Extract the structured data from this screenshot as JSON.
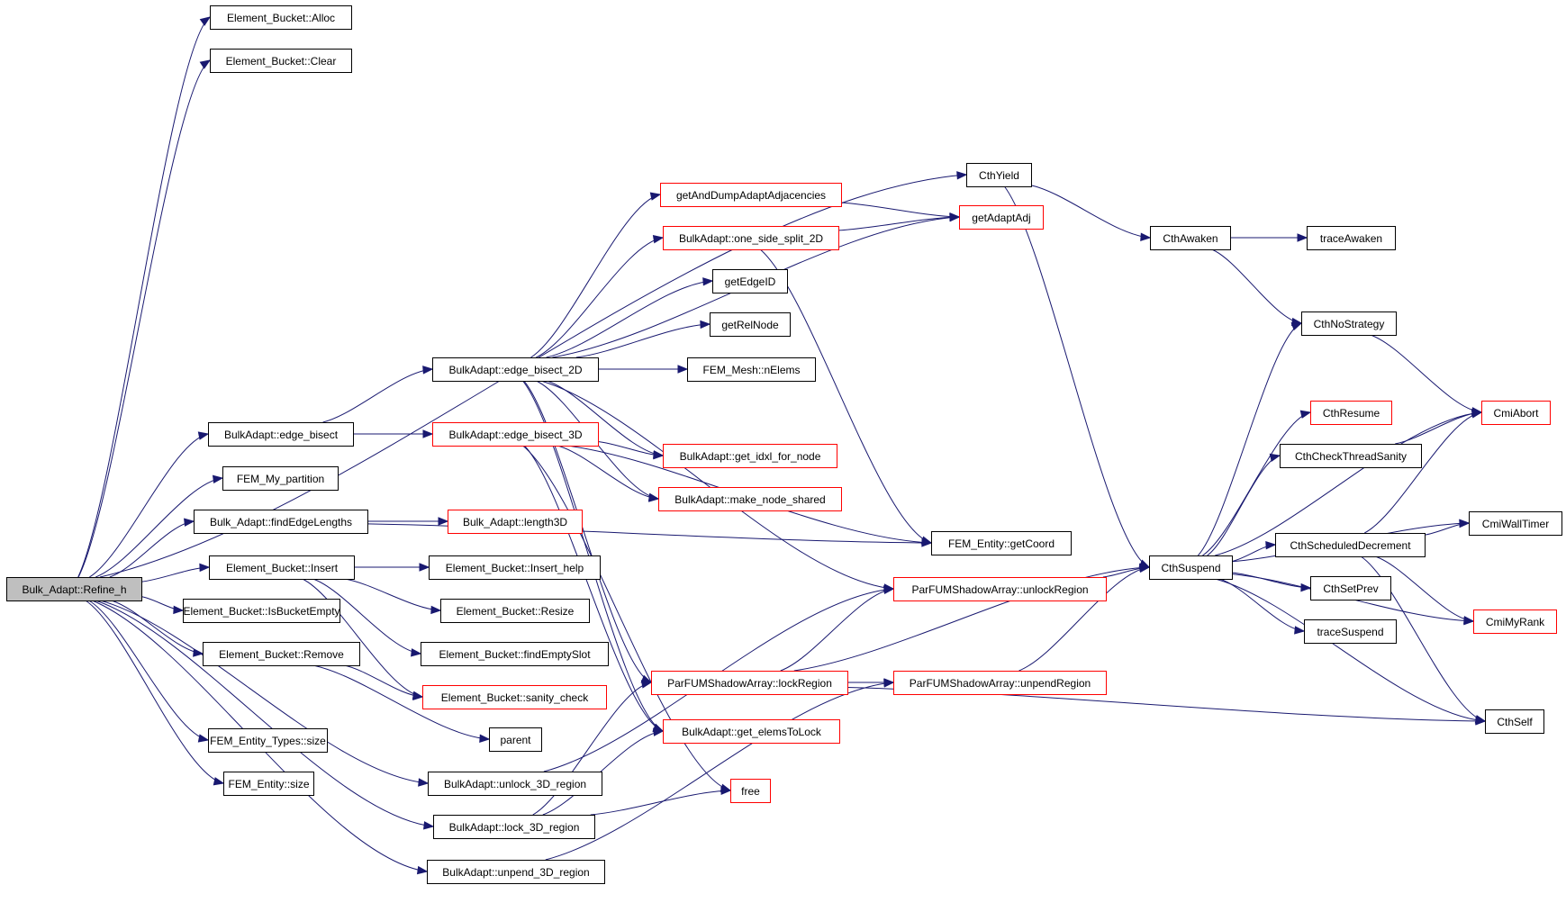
{
  "diagram": {
    "type": "call-graph",
    "root": "Bulk_Adapt::Refine_h",
    "colors": {
      "edge": "#191970",
      "root_fill": "#bfbfbf",
      "normal_border": "#000000",
      "truncated_border": "#ff0000",
      "background": "#ffffff"
    },
    "nodes": [
      {
        "id": "refine_h",
        "label": "Bulk_Adapt::Refine_h",
        "style": "root"
      },
      {
        "id": "eb_alloc",
        "label": "Element_Bucket::Alloc",
        "style": "normal"
      },
      {
        "id": "eb_clear",
        "label": "Element_Bucket::Clear",
        "style": "normal"
      },
      {
        "id": "cth_yield",
        "label": "CthYield",
        "style": "normal"
      },
      {
        "id": "get_dump_adj",
        "label": "getAndDumpAdaptAdjacencies",
        "style": "truncated"
      },
      {
        "id": "get_adapt_adj",
        "label": "getAdaptAdj",
        "style": "truncated"
      },
      {
        "id": "one_side_split",
        "label": "BulkAdapt::one_side_split_2D",
        "style": "truncated"
      },
      {
        "id": "cth_awaken",
        "label": "CthAwaken",
        "style": "normal"
      },
      {
        "id": "trace_awaken",
        "label": "traceAwaken",
        "style": "normal"
      },
      {
        "id": "get_edge_id",
        "label": "getEdgeID",
        "style": "normal"
      },
      {
        "id": "get_rel_node",
        "label": "getRelNode",
        "style": "normal"
      },
      {
        "id": "cth_nostrategy",
        "label": "CthNoStrategy",
        "style": "normal"
      },
      {
        "id": "edge_bisect_2d",
        "label": "BulkAdapt::edge_bisect_2D",
        "style": "normal"
      },
      {
        "id": "fem_mesh_nelems",
        "label": "FEM_Mesh::nElems",
        "style": "normal"
      },
      {
        "id": "cth_resume",
        "label": "CthResume",
        "style": "truncated"
      },
      {
        "id": "cmi_abort",
        "label": "CmiAbort",
        "style": "truncated"
      },
      {
        "id": "edge_bisect",
        "label": "BulkAdapt::edge_bisect",
        "style": "normal"
      },
      {
        "id": "edge_bisect_3d",
        "label": "BulkAdapt::edge_bisect_3D",
        "style": "truncated"
      },
      {
        "id": "get_idxl",
        "label": "BulkAdapt::get_idxl_for_node",
        "style": "truncated"
      },
      {
        "id": "cth_check_sanity",
        "label": "CthCheckThreadSanity",
        "style": "normal"
      },
      {
        "id": "fem_my_partition",
        "label": "FEM_My_partition",
        "style": "normal"
      },
      {
        "id": "make_node_shared",
        "label": "BulkAdapt::make_node_shared",
        "style": "truncated"
      },
      {
        "id": "find_edge_lengths",
        "label": "Bulk_Adapt::findEdgeLengths",
        "style": "normal"
      },
      {
        "id": "length3d",
        "label": "Bulk_Adapt::length3D",
        "style": "truncated"
      },
      {
        "id": "cmi_wall_timer",
        "label": "CmiWallTimer",
        "style": "normal"
      },
      {
        "id": "fem_entity_getcoord",
        "label": "FEM_Entity::getCoord",
        "style": "normal"
      },
      {
        "id": "cth_sched_decr",
        "label": "CthScheduledDecrement",
        "style": "normal"
      },
      {
        "id": "eb_insert",
        "label": "Element_Bucket::Insert",
        "style": "normal"
      },
      {
        "id": "eb_insert_help",
        "label": "Element_Bucket::Insert_help",
        "style": "normal"
      },
      {
        "id": "cth_suspend",
        "label": "CthSuspend",
        "style": "normal"
      },
      {
        "id": "unlock_region",
        "label": "ParFUMShadowArray::unlockRegion",
        "style": "truncated"
      },
      {
        "id": "cth_set_prev",
        "label": "CthSetPrev",
        "style": "normal"
      },
      {
        "id": "eb_is_empty",
        "label": "Element_Bucket::IsBucketEmpty",
        "style": "normal"
      },
      {
        "id": "eb_resize",
        "label": "Element_Bucket::Resize",
        "style": "normal"
      },
      {
        "id": "cmi_my_rank",
        "label": "CmiMyRank",
        "style": "truncated"
      },
      {
        "id": "eb_remove",
        "label": "Element_Bucket::Remove",
        "style": "normal"
      },
      {
        "id": "eb_find_empty",
        "label": "Element_Bucket::findEmptySlot",
        "style": "normal"
      },
      {
        "id": "trace_suspend",
        "label": "traceSuspend",
        "style": "normal"
      },
      {
        "id": "lock_region",
        "label": "ParFUMShadowArray::lockRegion",
        "style": "truncated"
      },
      {
        "id": "unpend_region",
        "label": "ParFUMShadowArray::unpendRegion",
        "style": "truncated"
      },
      {
        "id": "eb_sanity",
        "label": "Element_Bucket::sanity_check",
        "style": "truncated"
      },
      {
        "id": "parent",
        "label": "parent",
        "style": "normal"
      },
      {
        "id": "get_elems_to_lock",
        "label": "BulkAdapt::get_elemsToLock",
        "style": "truncated"
      },
      {
        "id": "cth_self",
        "label": "CthSelf",
        "style": "normal"
      },
      {
        "id": "fem_entity_types_size",
        "label": "FEM_Entity_Types::size",
        "style": "normal"
      },
      {
        "id": "fem_entity_size",
        "label": "FEM_Entity::size",
        "style": "normal"
      },
      {
        "id": "unlock_3d",
        "label": "BulkAdapt::unlock_3D_region",
        "style": "normal"
      },
      {
        "id": "free",
        "label": "free",
        "style": "truncated"
      },
      {
        "id": "lock_3d",
        "label": "BulkAdapt::lock_3D_region",
        "style": "normal"
      },
      {
        "id": "unpend_3d",
        "label": "BulkAdapt::unpend_3D_region",
        "style": "normal"
      }
    ],
    "edges": [
      [
        "refine_h",
        "eb_alloc"
      ],
      [
        "refine_h",
        "eb_clear"
      ],
      [
        "refine_h",
        "cth_yield"
      ],
      [
        "refine_h",
        "edge_bisect"
      ],
      [
        "refine_h",
        "fem_my_partition"
      ],
      [
        "refine_h",
        "find_edge_lengths"
      ],
      [
        "refine_h",
        "eb_insert"
      ],
      [
        "refine_h",
        "eb_is_empty"
      ],
      [
        "refine_h",
        "eb_remove"
      ],
      [
        "refine_h",
        "fem_entity_types_size"
      ],
      [
        "refine_h",
        "fem_entity_size"
      ],
      [
        "refine_h",
        "unlock_3d"
      ],
      [
        "refine_h",
        "lock_3d"
      ],
      [
        "refine_h",
        "unpend_3d"
      ],
      [
        "edge_bisect",
        "edge_bisect_2d"
      ],
      [
        "edge_bisect",
        "edge_bisect_3d"
      ],
      [
        "edge_bisect_2d",
        "get_dump_adj"
      ],
      [
        "edge_bisect_2d",
        "get_adapt_adj"
      ],
      [
        "edge_bisect_2d",
        "one_side_split"
      ],
      [
        "edge_bisect_2d",
        "get_edge_id"
      ],
      [
        "edge_bisect_2d",
        "get_rel_node"
      ],
      [
        "edge_bisect_2d",
        "fem_mesh_nelems"
      ],
      [
        "edge_bisect_2d",
        "get_idxl"
      ],
      [
        "edge_bisect_2d",
        "make_node_shared"
      ],
      [
        "edge_bisect_2d",
        "unlock_region"
      ],
      [
        "edge_bisect_2d",
        "lock_region"
      ],
      [
        "edge_bisect_2d",
        "get_elems_to_lock"
      ],
      [
        "edge_bisect_3d",
        "get_idxl"
      ],
      [
        "edge_bisect_3d",
        "make_node_shared"
      ],
      [
        "edge_bisect_3d",
        "fem_entity_getcoord"
      ],
      [
        "edge_bisect_3d",
        "free"
      ],
      [
        "edge_bisect_3d",
        "get_elems_to_lock"
      ],
      [
        "get_dump_adj",
        "get_adapt_adj"
      ],
      [
        "one_side_split",
        "get_adapt_adj"
      ],
      [
        "one_side_split",
        "fem_entity_getcoord"
      ],
      [
        "find_edge_lengths",
        "length3d"
      ],
      [
        "find_edge_lengths",
        "fem_entity_getcoord"
      ],
      [
        "eb_insert",
        "eb_insert_help"
      ],
      [
        "eb_insert",
        "eb_resize"
      ],
      [
        "eb_insert",
        "eb_find_empty"
      ],
      [
        "eb_insert",
        "eb_sanity"
      ],
      [
        "eb_remove",
        "eb_sanity"
      ],
      [
        "eb_remove",
        "parent"
      ],
      [
        "unlock_3d",
        "unlock_region"
      ],
      [
        "lock_3d",
        "lock_region"
      ],
      [
        "lock_3d",
        "get_elems_to_lock"
      ],
      [
        "lock_3d",
        "free"
      ],
      [
        "unpend_3d",
        "unpend_region"
      ],
      [
        "lock_region",
        "unlock_region"
      ],
      [
        "lock_region",
        "unpend_region"
      ],
      [
        "lock_region",
        "cth_suspend"
      ],
      [
        "lock_region",
        "cth_self"
      ],
      [
        "unlock_region",
        "cth_suspend"
      ],
      [
        "unpend_region",
        "cth_suspend"
      ],
      [
        "cth_yield",
        "cth_awaken"
      ],
      [
        "cth_yield",
        "cth_suspend"
      ],
      [
        "cth_awaken",
        "trace_awaken"
      ],
      [
        "cth_awaken",
        "cth_nostrategy"
      ],
      [
        "cth_nostrategy",
        "cmi_abort"
      ],
      [
        "cth_suspend",
        "cth_nostrategy"
      ],
      [
        "cth_suspend",
        "cmi_abort"
      ],
      [
        "cth_suspend",
        "cth_resume"
      ],
      [
        "cth_suspend",
        "cth_check_sanity"
      ],
      [
        "cth_suspend",
        "cmi_wall_timer"
      ],
      [
        "cth_suspend",
        "cth_sched_decr"
      ],
      [
        "cth_suspend",
        "cth_set_prev"
      ],
      [
        "cth_suspend",
        "trace_suspend"
      ],
      [
        "cth_suspend",
        "cmi_my_rank"
      ],
      [
        "cth_suspend",
        "cth_self"
      ],
      [
        "cth_check_sanity",
        "cmi_abort"
      ],
      [
        "cth_sched_decr",
        "cmi_abort"
      ],
      [
        "cth_sched_decr",
        "cmi_wall_timer"
      ],
      [
        "cth_sched_decr",
        "cmi_my_rank"
      ],
      [
        "cth_sched_decr",
        "cth_self"
      ]
    ]
  }
}
